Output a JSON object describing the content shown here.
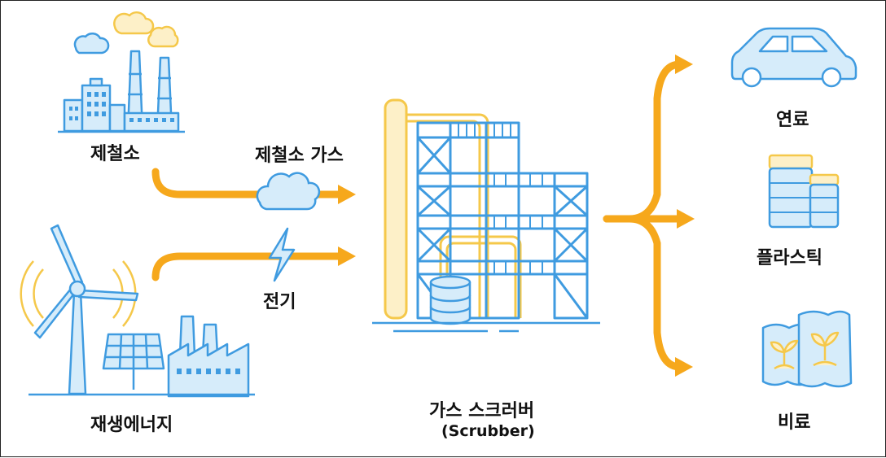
{
  "sources": {
    "steel_mill": "제철소",
    "renewable": "재생에너지"
  },
  "flows": {
    "gas": "제철소 가스",
    "electricity": "전기"
  },
  "scrubber": {
    "name": "가스 스크러버",
    "name_en": "(Scrubber)"
  },
  "products": {
    "fuel": "연료",
    "plastic": "플라스틱",
    "fertilizer": "비료"
  },
  "colors": {
    "arrow": "#f6a81c",
    "line_blue": "#3f9be0",
    "fill_blue": "#d6ecfa",
    "accent_yellow": "#f5c84a"
  }
}
